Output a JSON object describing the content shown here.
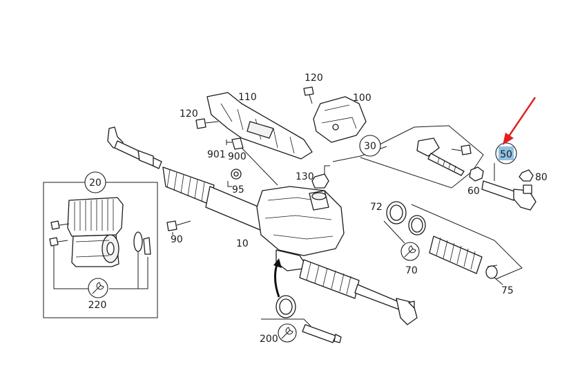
{
  "colors": {
    "line": "#1a1a1a",
    "highlight": "#8fc1e3",
    "arrow": "#e02020",
    "background": "#ffffff"
  },
  "labels": {
    "l120a": "120",
    "l110": "110",
    "l100": "100",
    "l120b": "120",
    "l901": "901",
    "l900": "900",
    "l30": "30",
    "l50": "50",
    "l130": "130",
    "l95": "95",
    "l80": "80",
    "l60": "60",
    "l20": "20",
    "l72": "72",
    "l90": "90",
    "l10": "10",
    "l70": "70",
    "l75": "75",
    "l220": "220",
    "l200": "200"
  },
  "icons": {
    "wrench": "wrench-icon",
    "pointer": "red-pointer-arrow",
    "mount": "curved-mount-arrow"
  }
}
